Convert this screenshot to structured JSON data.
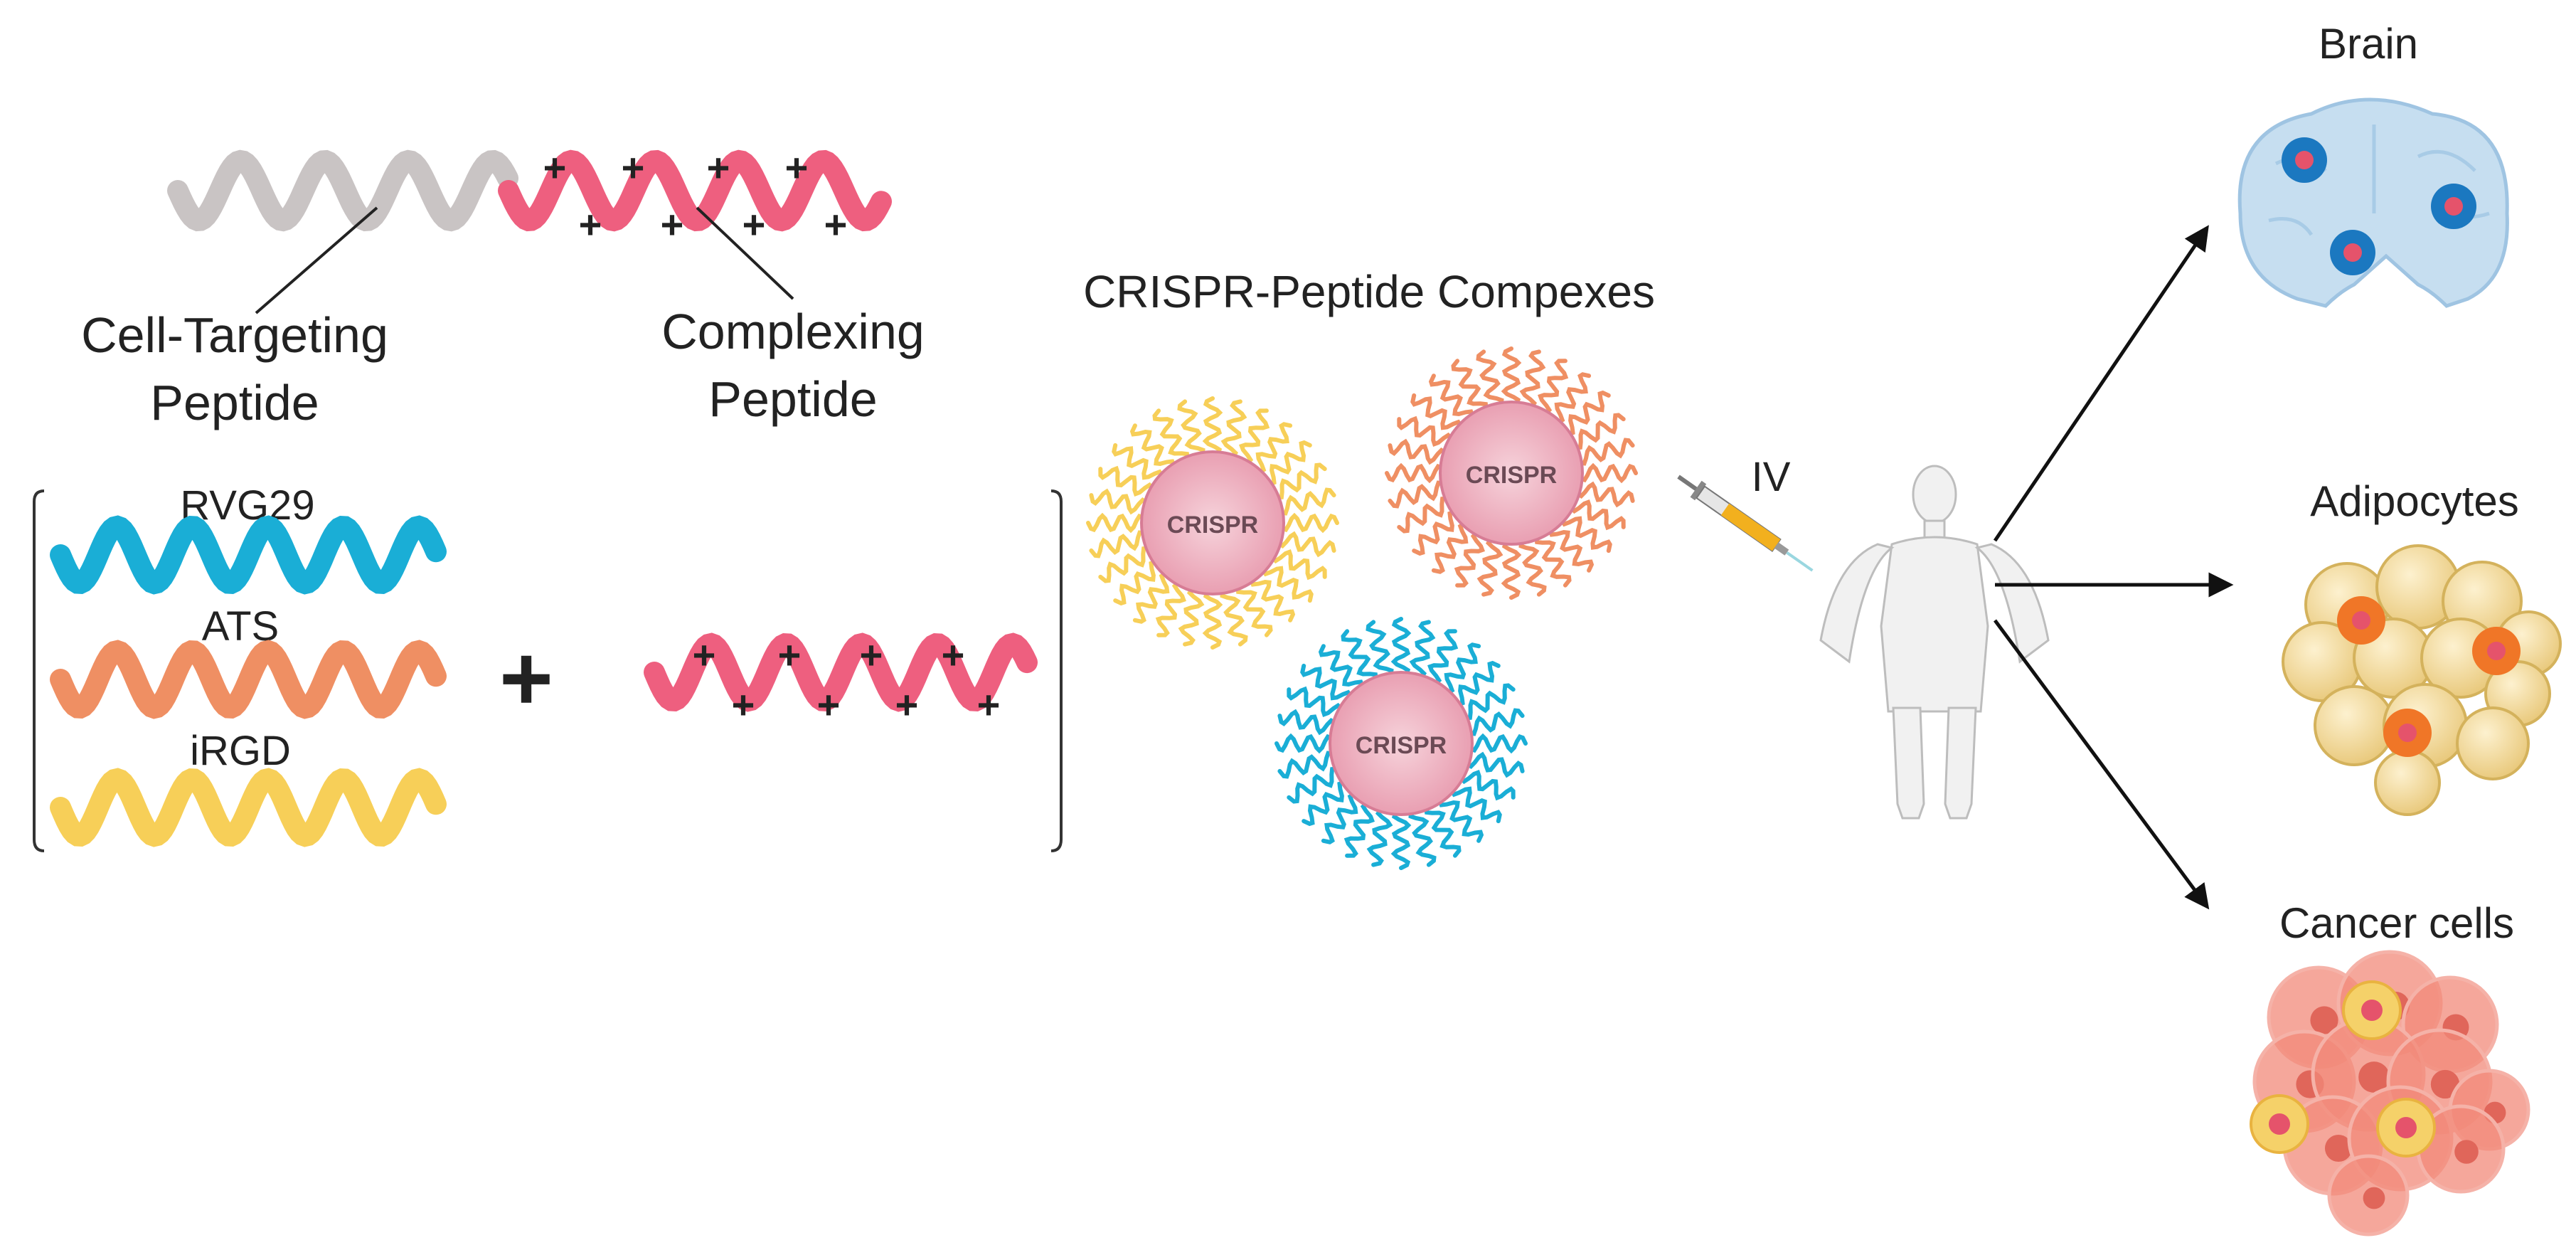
{
  "labels": {
    "cell_targeting": [
      "Cell-Targeting",
      "Peptide"
    ],
    "complexing": [
      "Complexing",
      "Peptide"
    ],
    "complexes_title": "CRISPR-Peptide Compexes",
    "route": "IV",
    "plus": "+",
    "charge": "+",
    "crispr": "CRISPR"
  },
  "peptides": [
    {
      "name": "RVG29",
      "color": "#1aaed6"
    },
    {
      "name": "ATS",
      "color": "#ef8f63"
    },
    {
      "name": "iRGD",
      "color": "#f7cf58"
    }
  ],
  "targets": [
    {
      "name": "Brain"
    },
    {
      "name": "Adipocytes"
    },
    {
      "name": "Cancer cells"
    }
  ],
  "colors": {
    "targeting_helix": "#c9c4c4",
    "complexing_helix": "#ee5f7f",
    "crispr_core": "#f2b9c6",
    "arrow": "#111111",
    "brain": "#c6def0",
    "adipocyte": "#f7e1a4",
    "cancer": "#f2897a"
  },
  "icons": [
    "syringe-icon",
    "human-body-icon",
    "brain-icon",
    "adipocytes-icon",
    "cancer-cells-icon"
  ]
}
